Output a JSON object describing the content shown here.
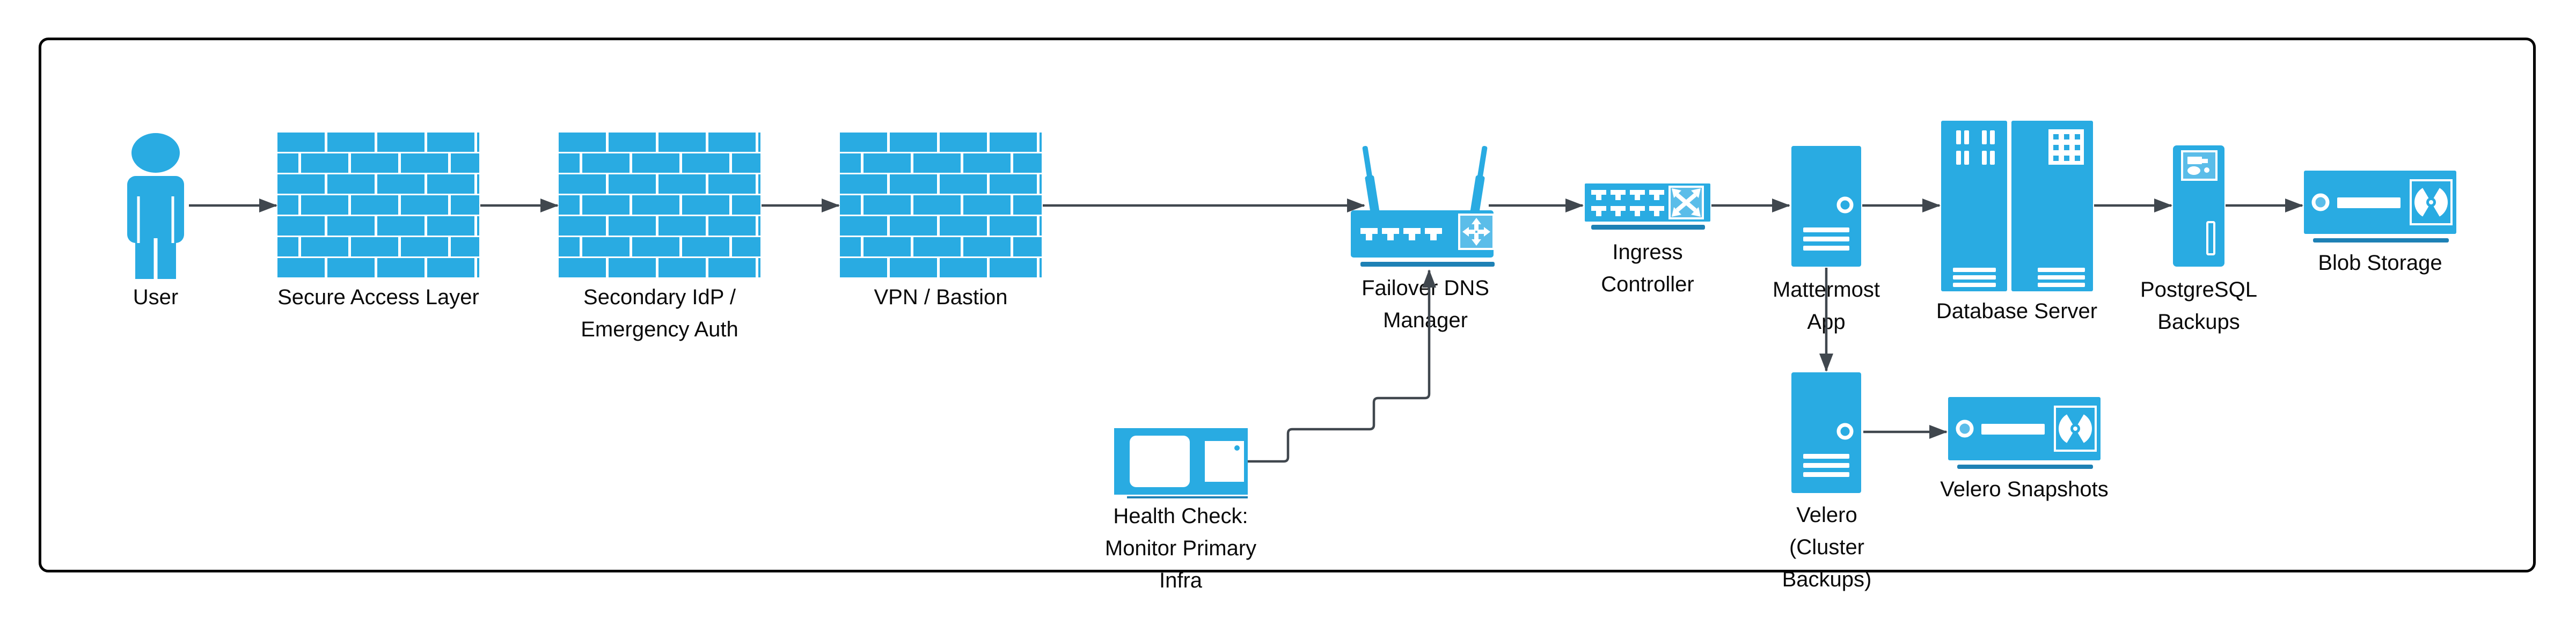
{
  "colors": {
    "node_blue": "#29ABE2",
    "light_blue": "#5BBDE9",
    "shadow_blue": "#1E81B5",
    "arrow": "#40474E",
    "text": "#0A0A0A",
    "frame": "#000000",
    "background": "#FFFFFF"
  },
  "nodes": {
    "user": {
      "label": "User"
    },
    "secure_access_layer": {
      "label": "Secure Access Layer"
    },
    "secondary_idp": {
      "line1": "Secondary IdP /",
      "line2": "Emergency Auth"
    },
    "vpn_bastion": {
      "label": "VPN / Bastion"
    },
    "failover_dns": {
      "line1": "Failover DNS",
      "line2": "Manager"
    },
    "ingress_controller": {
      "line1": "Ingress",
      "line2": "Controller"
    },
    "mattermost_app": {
      "line1": "Mattermost",
      "line2": "App"
    },
    "database_server": {
      "label": "Database Server"
    },
    "postgresql_backups": {
      "line1": "PostgreSQL",
      "line2": "Backups"
    },
    "blob_storage": {
      "label": "Blob Storage"
    },
    "health_check": {
      "line1": "Health Check:",
      "line2": "Monitor Primary",
      "line3": "Infra"
    },
    "velero": {
      "line1": "Velero",
      "line2": "(Cluster",
      "line3": "Backups)"
    },
    "velero_snapshots": {
      "label": "Velero Snapshots"
    }
  }
}
